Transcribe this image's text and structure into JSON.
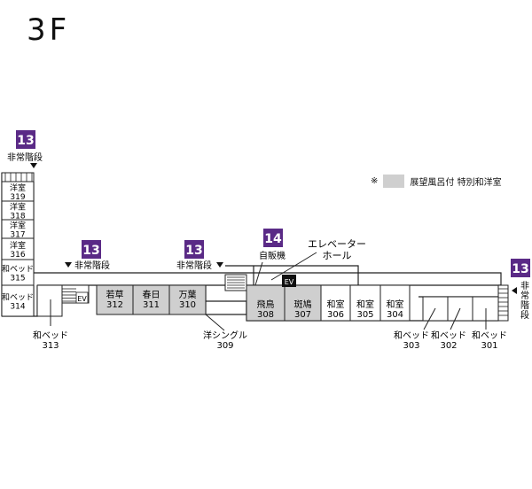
{
  "floor": {
    "title": "3F"
  },
  "legend": {
    "mark": "※",
    "label": "展望風呂付 特別和洋室",
    "swatch_color": "#cfcfcf"
  },
  "colors": {
    "stair_badge": "#5a2a86",
    "special_room": "#cfcfcf",
    "line": "#222222"
  },
  "stairs": [
    {
      "number": "13",
      "label": "非常階段"
    },
    {
      "number": "13",
      "label": "非常階段"
    },
    {
      "number": "13",
      "label": "非常階段"
    },
    {
      "number": "13",
      "label": "非常階段"
    }
  ],
  "facility_badge": {
    "number": "14",
    "label": "自販機"
  },
  "elevator_hall": {
    "label_line1": "エレベーター",
    "label_line2": "ホール"
  },
  "ev_label": "EV",
  "rooms_left_column": [
    {
      "type": "洋室",
      "number": "319"
    },
    {
      "type": "洋室",
      "number": "318"
    },
    {
      "type": "洋室",
      "number": "317"
    },
    {
      "type": "洋室",
      "number": "316"
    },
    {
      "type": "和ベッド",
      "number": "315"
    },
    {
      "type": "和ベッド",
      "number": "314"
    }
  ],
  "rooms_named": [
    {
      "name": "若草",
      "number": "312",
      "special": true
    },
    {
      "name": "春日",
      "number": "311",
      "special": true
    },
    {
      "name": "万葉",
      "number": "310",
      "special": true
    },
    {
      "name": "飛鳥",
      "number": "308",
      "special": true
    },
    {
      "name": "斑鳩",
      "number": "307",
      "special": true
    },
    {
      "name": "和室",
      "number": "306",
      "special": false
    },
    {
      "name": "和室",
      "number": "305",
      "special": false
    },
    {
      "name": "和室",
      "number": "304",
      "special": false
    }
  ],
  "rooms_callout": [
    {
      "type": "和ベッド",
      "number": "313"
    },
    {
      "type": "洋シングル",
      "number": "309"
    },
    {
      "type": "和ベッド",
      "number": "303"
    },
    {
      "type": "和ベッド",
      "number": "302"
    },
    {
      "type": "和ベッド",
      "number": "301"
    }
  ]
}
